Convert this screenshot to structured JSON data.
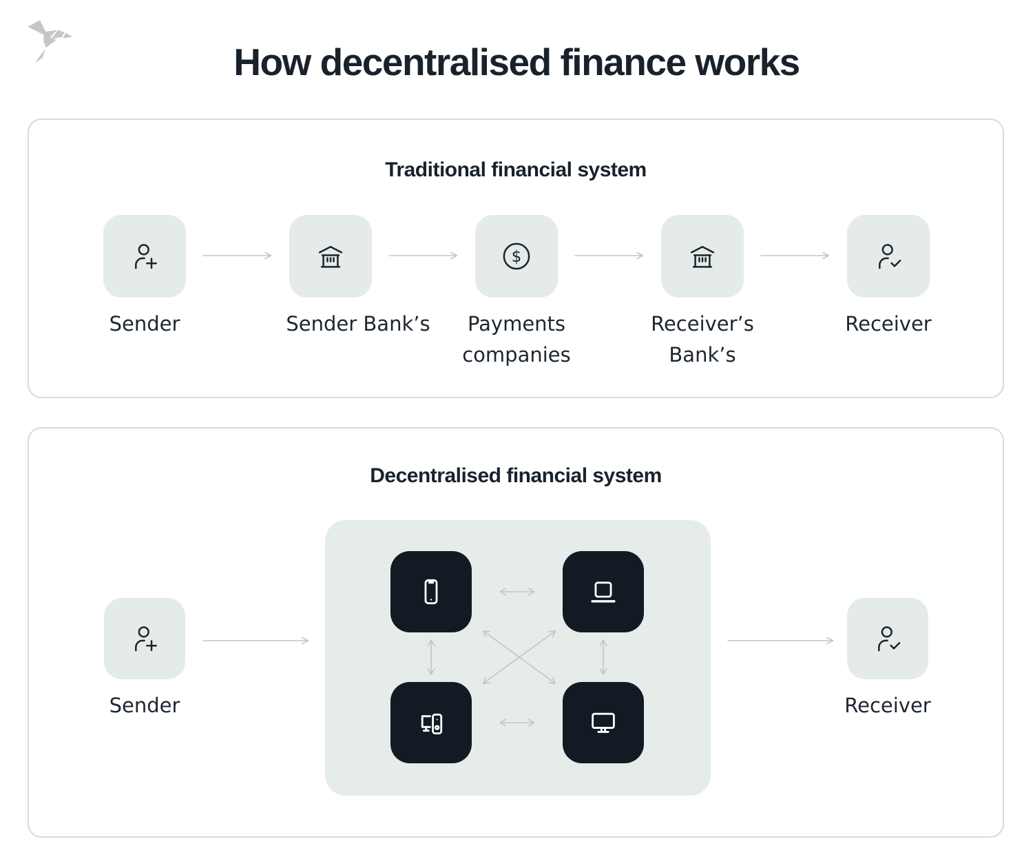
{
  "header": {
    "title": "How decentralised finance works",
    "logo": "origami-bird-logo"
  },
  "colors": {
    "dark_tile": "#121a23",
    "light_tile": "#e4ebe8",
    "network_background": "#e6ece9",
    "arrow": "#c6c3c3",
    "text": "#1d2630",
    "panel_border": "#d9d9d9"
  },
  "traditional": {
    "title": "Traditional financial system",
    "nodes": [
      {
        "label": "Sender",
        "icon": "user-plus-icon"
      },
      {
        "label": "Sender Bank’s",
        "icon": "bank-icon"
      },
      {
        "label": "Payments companies",
        "icon": "dollar-circle-icon"
      },
      {
        "label": "Receiver’s Bank’s",
        "icon": "bank-icon"
      },
      {
        "label": "Receiver",
        "icon": "user-check-icon"
      }
    ]
  },
  "decentralised": {
    "title": "Decentralised financial system",
    "sender": {
      "label": "Sender",
      "icon": "user-plus-icon"
    },
    "receiver": {
      "label": "Receiver",
      "icon": "user-check-icon"
    },
    "network": {
      "nodes": [
        {
          "icon": "smartphone-icon"
        },
        {
          "icon": "laptop-icon"
        },
        {
          "icon": "desktop-pc-icon"
        },
        {
          "icon": "monitor-icon"
        }
      ]
    }
  }
}
